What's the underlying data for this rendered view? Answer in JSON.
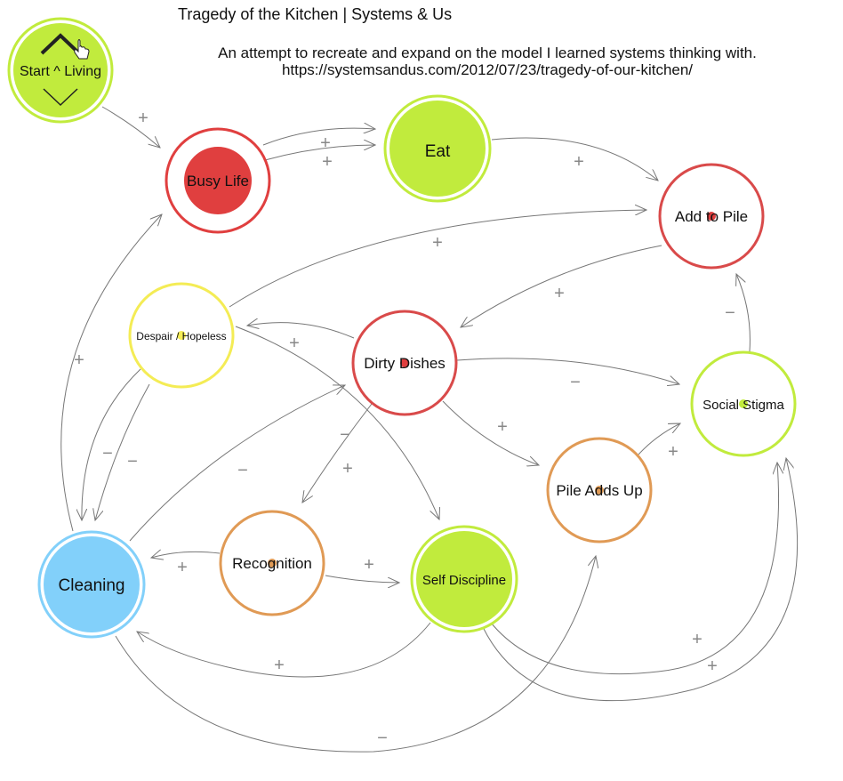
{
  "header": {
    "title": "Tragedy of the Kitchen | Systems & Us",
    "subtitle_line1": "An attempt to recreate and expand on the model I learned systems thinking with.",
    "subtitle_line2": "https://systemsandus.com/2012/07/23/tragedy-of-our-kitchen/"
  },
  "colors": {
    "red": "#e03f3f",
    "green": "#c1eb3d",
    "yellow": "#f4ec55",
    "orange": "#e09a55",
    "blue": "#82d0fa",
    "edge": "#777777",
    "sign": "#888888"
  },
  "nodes": [
    {
      "id": "start-living",
      "label": "Start ^ Living",
      "style": "start"
    },
    {
      "id": "busy-life",
      "label": "Busy Life",
      "style": "busy"
    },
    {
      "id": "eat",
      "label": "Eat",
      "style": "green-fill"
    },
    {
      "id": "add-to-pile",
      "label": "Add to Pile",
      "style": "red-ring"
    },
    {
      "id": "despair-hopeless",
      "label": "Despair / Hopeless",
      "style": "yellow-ring"
    },
    {
      "id": "dirty-dishes",
      "label": "Dirty Dishes",
      "style": "red-ring"
    },
    {
      "id": "social-stigma",
      "label": "Social Stigma",
      "style": "green-ring"
    },
    {
      "id": "pile-adds-up",
      "label": "Pile Adds Up",
      "style": "orange-ring"
    },
    {
      "id": "recognition",
      "label": "Recognition",
      "style": "orange-ring"
    },
    {
      "id": "self-discipline",
      "label": "Self Discipline",
      "style": "green-fill"
    },
    {
      "id": "cleaning",
      "label": "Cleaning",
      "style": "blue-fill"
    }
  ],
  "edges": [
    {
      "from": "start-living",
      "to": "busy-life",
      "sign": "+"
    },
    {
      "from": "busy-life",
      "to": "eat",
      "sign": "+"
    },
    {
      "from": "busy-life",
      "to": "eat",
      "sign": "+"
    },
    {
      "from": "eat",
      "to": "add-to-pile",
      "sign": "+"
    },
    {
      "from": "despair-hopeless",
      "to": "add-to-pile",
      "sign": "+"
    },
    {
      "from": "add-to-pile",
      "to": "dirty-dishes",
      "sign": "+"
    },
    {
      "from": "dirty-dishes",
      "to": "despair-hopeless",
      "sign": "+"
    },
    {
      "from": "dirty-dishes",
      "to": "social-stigma",
      "sign": "−"
    },
    {
      "from": "dirty-dishes",
      "to": "pile-adds-up",
      "sign": "+"
    },
    {
      "from": "dirty-dishes",
      "to": "recognition",
      "sign": "−"
    },
    {
      "from": "pile-adds-up",
      "to": "social-stigma",
      "sign": "+"
    },
    {
      "from": "social-stigma",
      "to": "add-to-pile",
      "sign": "−"
    },
    {
      "from": "cleaning",
      "to": "busy-life",
      "sign": "+"
    },
    {
      "from": "despair-hopeless",
      "to": "cleaning",
      "sign": "−"
    },
    {
      "from": "despair-hopeless",
      "to": "cleaning",
      "sign": "−"
    },
    {
      "from": "despair-hopeless",
      "to": "self-discipline",
      "sign": "+"
    },
    {
      "from": "cleaning",
      "to": "dirty-dishes",
      "sign": "−"
    },
    {
      "from": "recognition",
      "to": "cleaning",
      "sign": "+"
    },
    {
      "from": "recognition",
      "to": "self-discipline",
      "sign": "+"
    },
    {
      "from": "self-discipline",
      "to": "cleaning",
      "sign": "+"
    },
    {
      "from": "self-discipline",
      "to": "social-stigma",
      "sign": "+"
    },
    {
      "from": "self-discipline",
      "to": "social-stigma",
      "sign": "+"
    },
    {
      "from": "cleaning",
      "to": "pile-adds-up",
      "sign": "−"
    }
  ]
}
